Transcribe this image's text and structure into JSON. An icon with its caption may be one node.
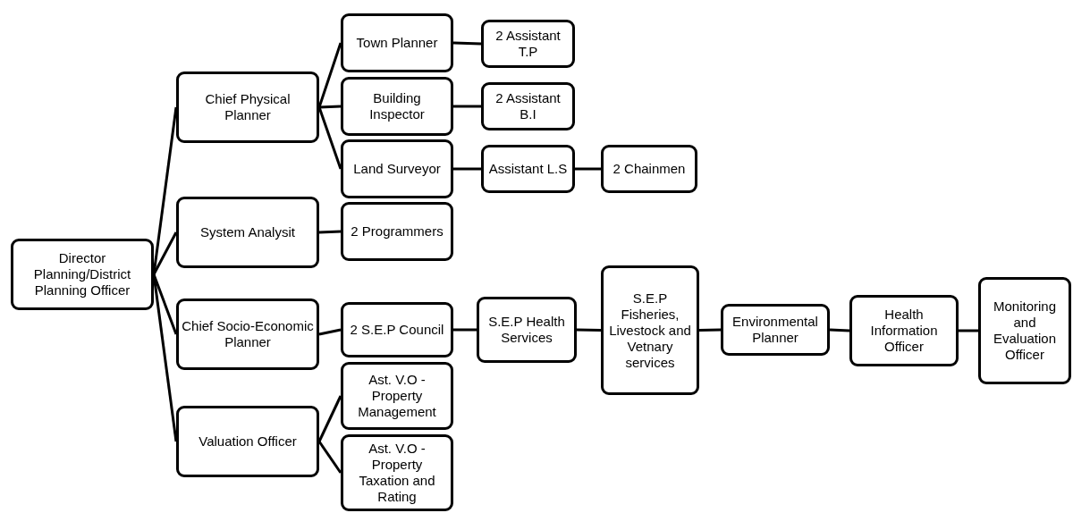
{
  "diagram": {
    "nodes": [
      {
        "text": [
          "Director Planning/District Planning Officer"
        ]
      },
      {
        "text": [
          "Chief Physical Planner"
        ]
      },
      {
        "text": [
          "Town Planner"
        ]
      },
      {
        "text": [
          "2 Assistant T.P"
        ]
      },
      {
        "text": [
          "Building Inspector"
        ]
      },
      {
        "text": [
          "2 Assistant B.I"
        ]
      },
      {
        "text": [
          "Land Surveyor"
        ]
      },
      {
        "text": [
          "Assistant L.S"
        ]
      },
      {
        "text": [
          "2 Chainmen"
        ]
      },
      {
        "text": [
          "System Analysit"
        ]
      },
      {
        "text": [
          "2 Programmers"
        ]
      },
      {
        "text": [
          "Chief Socio-Economic Planner"
        ]
      },
      {
        "text": [
          "2 S.E.P Council"
        ]
      },
      {
        "text": [
          "S.E.P Health Services"
        ]
      },
      {
        "text": [
          "S.E.P Fisheries, Livestock and Vetnary services"
        ]
      },
      {
        "text": [
          "Environmental Planner"
        ]
      },
      {
        "text": [
          "Health Information Officer"
        ]
      },
      {
        "text": [
          "Monitoring and Evaluation Officer"
        ]
      },
      {
        "text": [
          "Valuation Officer"
        ]
      },
      {
        "text": [
          "Ast. V.O - Property Management"
        ]
      },
      {
        "text": [
          "Ast. V.O - Property Taxation and Rating"
        ]
      }
    ],
    "edges": [
      {
        "from": 0,
        "to": 1,
        "arrow": "none"
      },
      {
        "from": 0,
        "to": 9,
        "arrow": "none"
      },
      {
        "from": 0,
        "to": 11,
        "arrow": "none"
      },
      {
        "from": 0,
        "to": 18,
        "arrow": "none"
      },
      {
        "from": 1,
        "to": 2,
        "arrow": "none"
      },
      {
        "from": 1,
        "to": 4,
        "arrow": "none"
      },
      {
        "from": 1,
        "to": 6,
        "arrow": "none"
      },
      {
        "from": 2,
        "to": 3,
        "arrow": "none"
      },
      {
        "from": 4,
        "to": 5,
        "arrow": "none"
      },
      {
        "from": 6,
        "to": 7,
        "arrow": "none"
      },
      {
        "from": 7,
        "to": 8,
        "arrow": "none"
      },
      {
        "from": 9,
        "to": 10,
        "arrow": "none"
      },
      {
        "from": 11,
        "to": 12,
        "arrow": "none"
      },
      {
        "from": 12,
        "to": 13,
        "arrow": "none"
      },
      {
        "from": 13,
        "to": 14,
        "arrow": "none"
      },
      {
        "from": 14,
        "to": 15,
        "arrow": "none"
      },
      {
        "from": 15,
        "to": 16,
        "arrow": "none"
      },
      {
        "from": 16,
        "to": 17,
        "arrow": "none"
      },
      {
        "from": 18,
        "to": 19,
        "arrow": "none"
      },
      {
        "from": 18,
        "to": 20,
        "arrow": "none"
      }
    ]
  }
}
